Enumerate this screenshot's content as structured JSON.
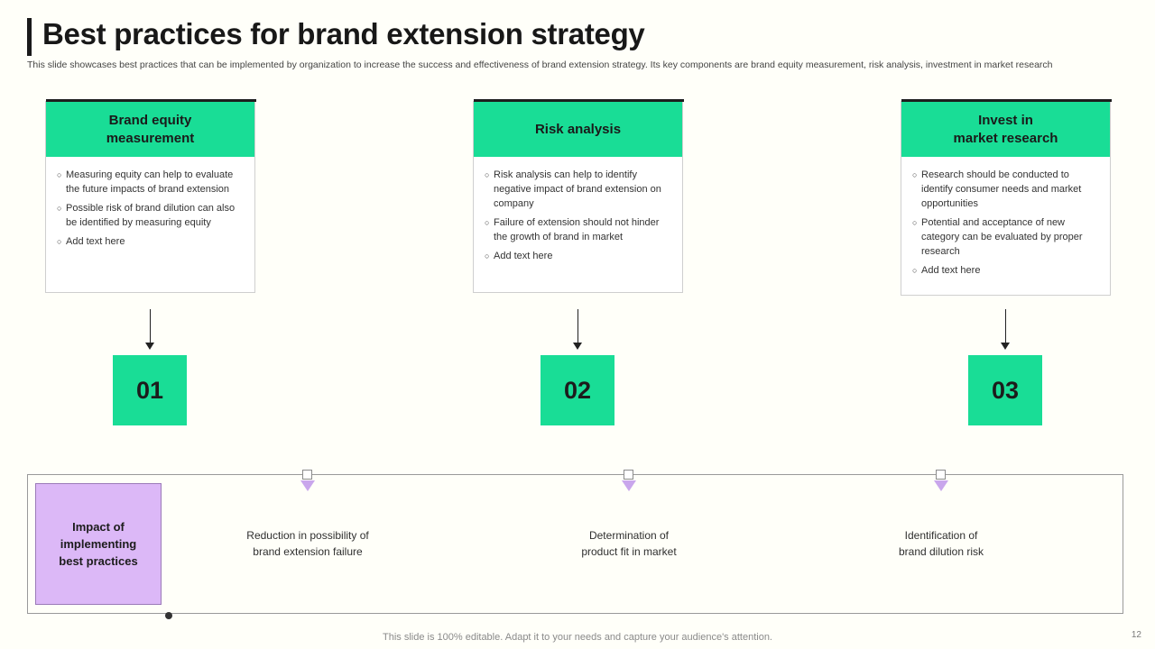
{
  "slide": {
    "title": "Best practices for brand extension strategy",
    "subtitle": "This slide showcases best practices that can be implemented by organization to increase the success and effectiveness of brand extension strategy. Its key components are brand equity measurement, risk analysis, investment in market research",
    "footer_note": "This slide is 100% editable. Adapt it to your needs and capture your audience's attention.",
    "page_number": "12",
    "accent_color": "#19dd96",
    "impact_color": "#dcb8f7"
  },
  "cards": [
    {
      "header": "Brand equity\nmeasurement",
      "header_line1": "Brand equity",
      "header_line2": "measurement",
      "bullets": [
        "Measuring equity can help to evaluate the future impacts of brand extension",
        "Possible risk of brand dilution can also be identified by measuring equity",
        "Add text here"
      ],
      "number": "01",
      "caption_line1": "Reduction in possibility of",
      "caption_line2": "brand extension failure"
    },
    {
      "header": "Risk analysis",
      "header_line1": "Risk analysis",
      "header_line2": "",
      "bullets": [
        "Risk analysis can help to identify negative impact of brand extension on company",
        "Failure of extension should not hinder the growth of brand in market",
        "Add text here"
      ],
      "number": "02",
      "caption_line1": "Determination of",
      "caption_line2": "product fit in market"
    },
    {
      "header": "Invest in\nmarket research",
      "header_line1": "Invest in",
      "header_line2": "market research",
      "bullets": [
        "Research should be conducted to identify consumer needs and market opportunities",
        "Potential and acceptance of new category can be evaluated by proper research",
        "Add text here"
      ],
      "number": "03",
      "caption_line1": "Identification of",
      "caption_line2": "brand dilution risk"
    }
  ],
  "impact": {
    "line1": "Impact of",
    "line2": "implementing",
    "line3": "best practices"
  },
  "bullet_glyph": "○"
}
